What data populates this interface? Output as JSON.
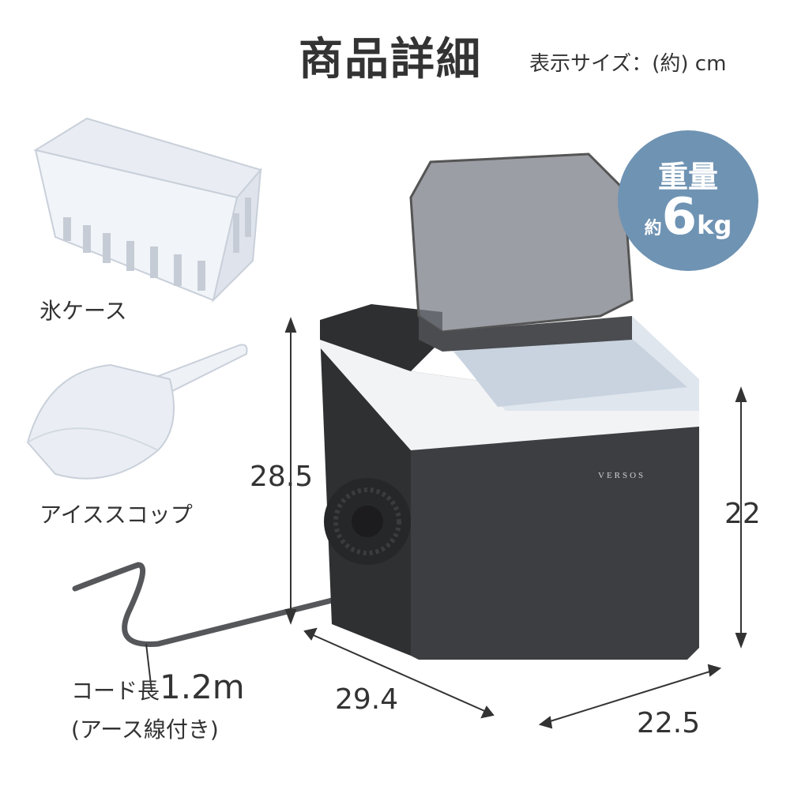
{
  "header": {
    "title": "商品詳細",
    "subtitle": "表示サイズ：(約) cm"
  },
  "badge": {
    "title": "重量",
    "prefix": "約",
    "value": "6",
    "unit": "kg",
    "color": "#6f93b3"
  },
  "accessories": [
    {
      "label": "氷ケース"
    },
    {
      "label": "アイススコップ"
    }
  ],
  "cord": {
    "label": "コード長",
    "value": "1.2m",
    "note": "(アース線付き)"
  },
  "dimensions": {
    "total_height": "28.5",
    "body_height": "22",
    "width": "29.4",
    "depth": "22.5"
  },
  "product": {
    "brand_logo": "VERSOS",
    "body_color": "#3a3a3c",
    "accent_color": "#6f93b3"
  }
}
